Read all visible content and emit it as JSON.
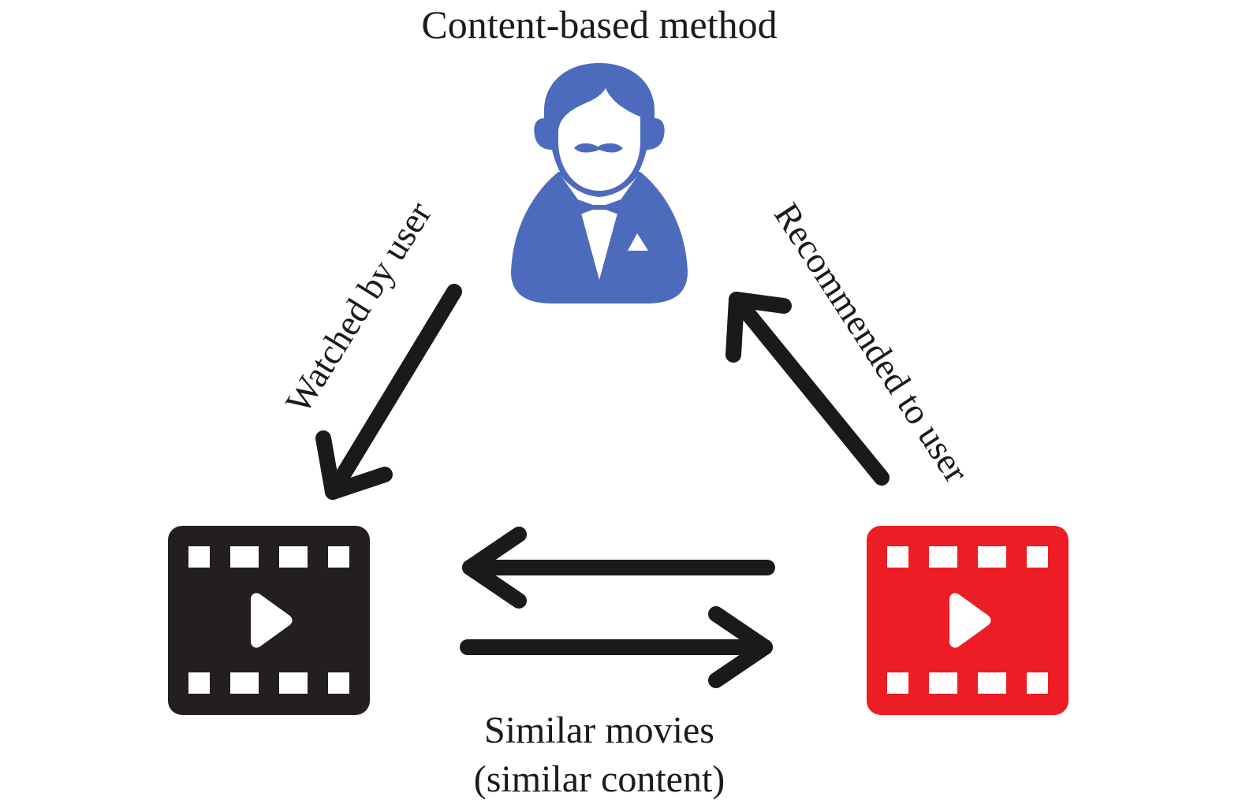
{
  "title": "Content-based method",
  "labels": {
    "watched": "Watched by user",
    "recommended": "Recommended to user",
    "similar_line1": "Similar movies",
    "similar_line2": "(similar content)"
  },
  "colors": {
    "user": "#4d6bbd",
    "watched_movie": "#231f20",
    "recommended_movie": "#ec1d24",
    "arrows": "#1a1a1a"
  },
  "icons": {
    "user": "user-bowtie-icon",
    "watched_movie": "film-play-icon",
    "recommended_movie": "film-play-icon"
  }
}
